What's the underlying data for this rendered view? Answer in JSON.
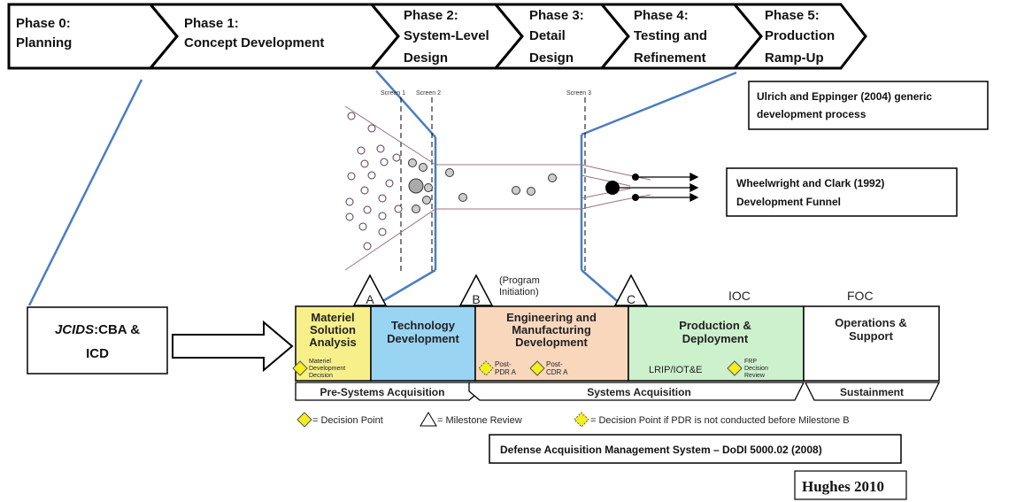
{
  "phases": [
    {
      "line1": "Phase 0:",
      "line2": "Planning"
    },
    {
      "line1": "Phase 1:",
      "line2": "Concept Development"
    },
    {
      "line1": "Phase 2:",
      "line2": "System-Level",
      "line3": "Design"
    },
    {
      "line1": "Phase 3:",
      "line2": "Detail",
      "line3": "Design"
    },
    {
      "line1": "Phase 4:",
      "line2": "Testing and",
      "line3": "Refinement"
    },
    {
      "line1": "Phase 5:",
      "line2": "Production",
      "line3": "Ramp-Up"
    }
  ],
  "captions": {
    "ulrich_line1": "Ulrich and Eppinger (2004) generic",
    "ulrich_line2": "development process",
    "wheelwright_line1": "Wheelwright  and Clark (1992)",
    "wheelwright_line2": "Development Funnel",
    "dams": "Defense Acquisition Management System – DoDI 5000.02 (2008)",
    "hughes": "Hughes 2010"
  },
  "funnel": {
    "screen1": "Screen 1",
    "screen2": "Screen 2",
    "screen3": "Screen 3"
  },
  "jcids": {
    "bold": "JCIDS",
    "rest_line1": ":CBA &",
    "line2": "ICD"
  },
  "milestones": {
    "a": "A",
    "b": "B",
    "c": "C",
    "program_line1": "(Program",
    "program_line2": "Initiation)",
    "ioc": "IOC",
    "foc": "FOC"
  },
  "acquisition": {
    "msa": {
      "line1": "Materiel",
      "line2": "Solution",
      "line3": "Analysis",
      "note1": "Materiel",
      "note2": "Development",
      "note3": "Decision",
      "color": "#f7f08a"
    },
    "td": {
      "line1": "Technology",
      "line2": "Development",
      "color": "#99d4f2"
    },
    "emd": {
      "line1": "Engineering and",
      "line2": "Manufacturing",
      "line3": "Development",
      "note1a": "Post-",
      "note1b": "PDR A",
      "note2a": "Post-",
      "note2b": "CDR A",
      "color": "#f8d7bd"
    },
    "pd": {
      "line1": "Production &",
      "line2": "Deployment",
      "note1": "LRIP/IOT&E",
      "note2a": "FRP",
      "note2b": "Decision",
      "note2c": "Review",
      "color": "#cdf0cd"
    },
    "os": {
      "line1": "Operations &",
      "line2": "Support",
      "color": "#ffffff"
    },
    "bands": {
      "pre": "Pre-Systems Acquisition",
      "sys": "Systems Acquisition",
      "sus": "Sustainment"
    }
  },
  "legend": {
    "decision": "= Decision Point",
    "milestone": "= Milestone Review",
    "pdr": "= Decision Point if PDR is not conducted before Milestone B"
  },
  "colors": {
    "diamond": "#f5ee1e",
    "connector": "#4a7ec0"
  }
}
